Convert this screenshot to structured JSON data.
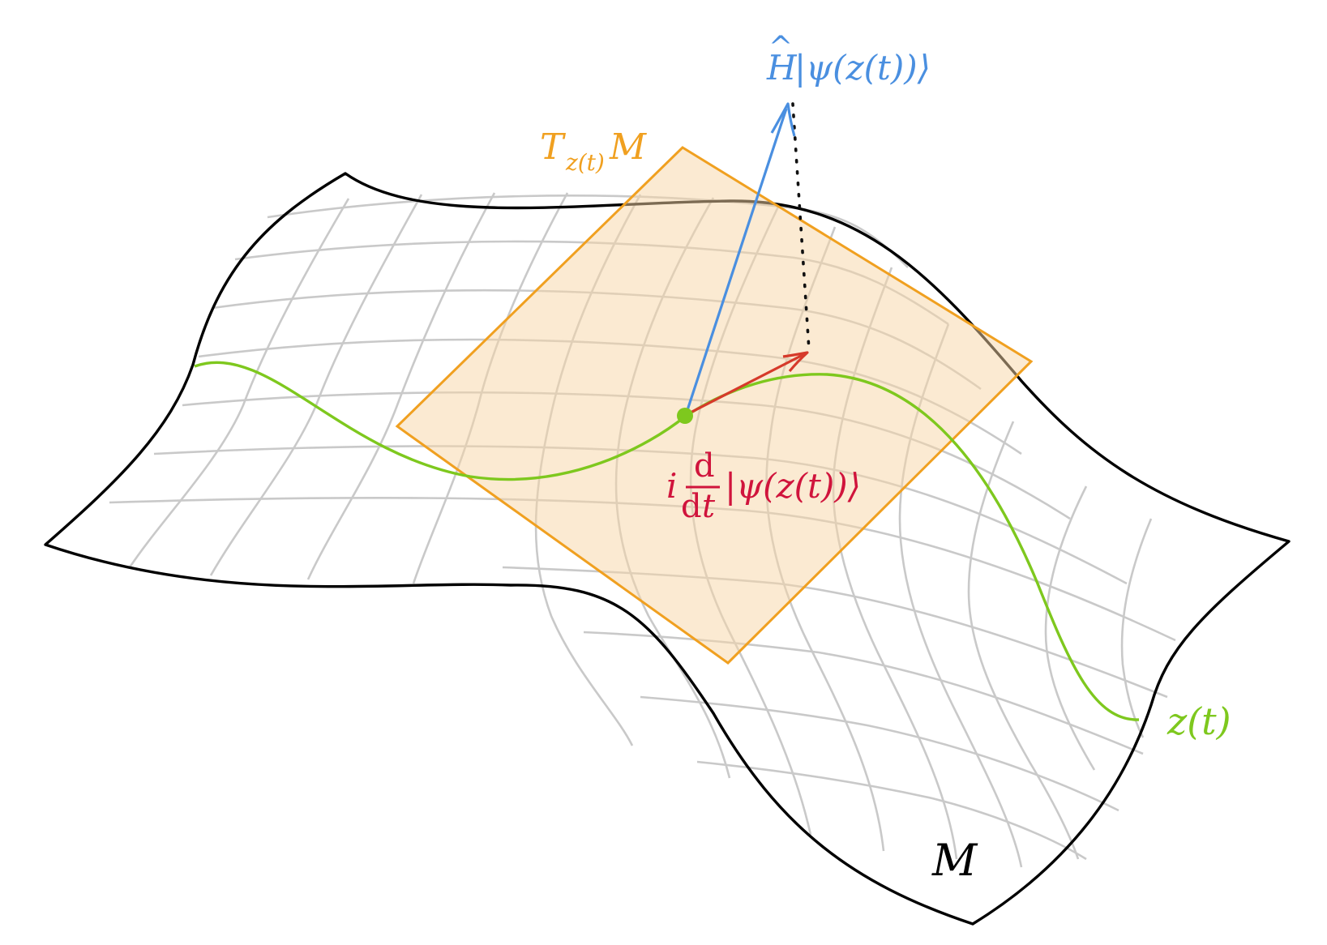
{
  "colors": {
    "manifold_edge": "#000000",
    "grid": "#c8c8c8",
    "tangent_fill": "#fbe7c9",
    "tangent_stroke": "#f0a020",
    "curve": "#7ec81e",
    "hamiltonian_vector": "#4a8fe0",
    "time_derivative_vector": "#d92a2a",
    "label_red": "#d0143c"
  },
  "labels": {
    "manifold": "M",
    "tangent_T": "T",
    "tangent_sub": "z(t)",
    "tangent_M": "M",
    "curve": "z(t)",
    "hamiltonian_H": "H",
    "hamiltonian_hat": "^",
    "hamiltonian_state": "|ψ(z(t))⟩",
    "deriv_i": "i",
    "deriv_num": "d",
    "deriv_den_d": "d",
    "deriv_den_t": "t",
    "deriv_state": "|ψ(z(t))⟩"
  },
  "icons": {
    "curve_point": "dot-icon",
    "arrow_head": "arrow-icon"
  }
}
